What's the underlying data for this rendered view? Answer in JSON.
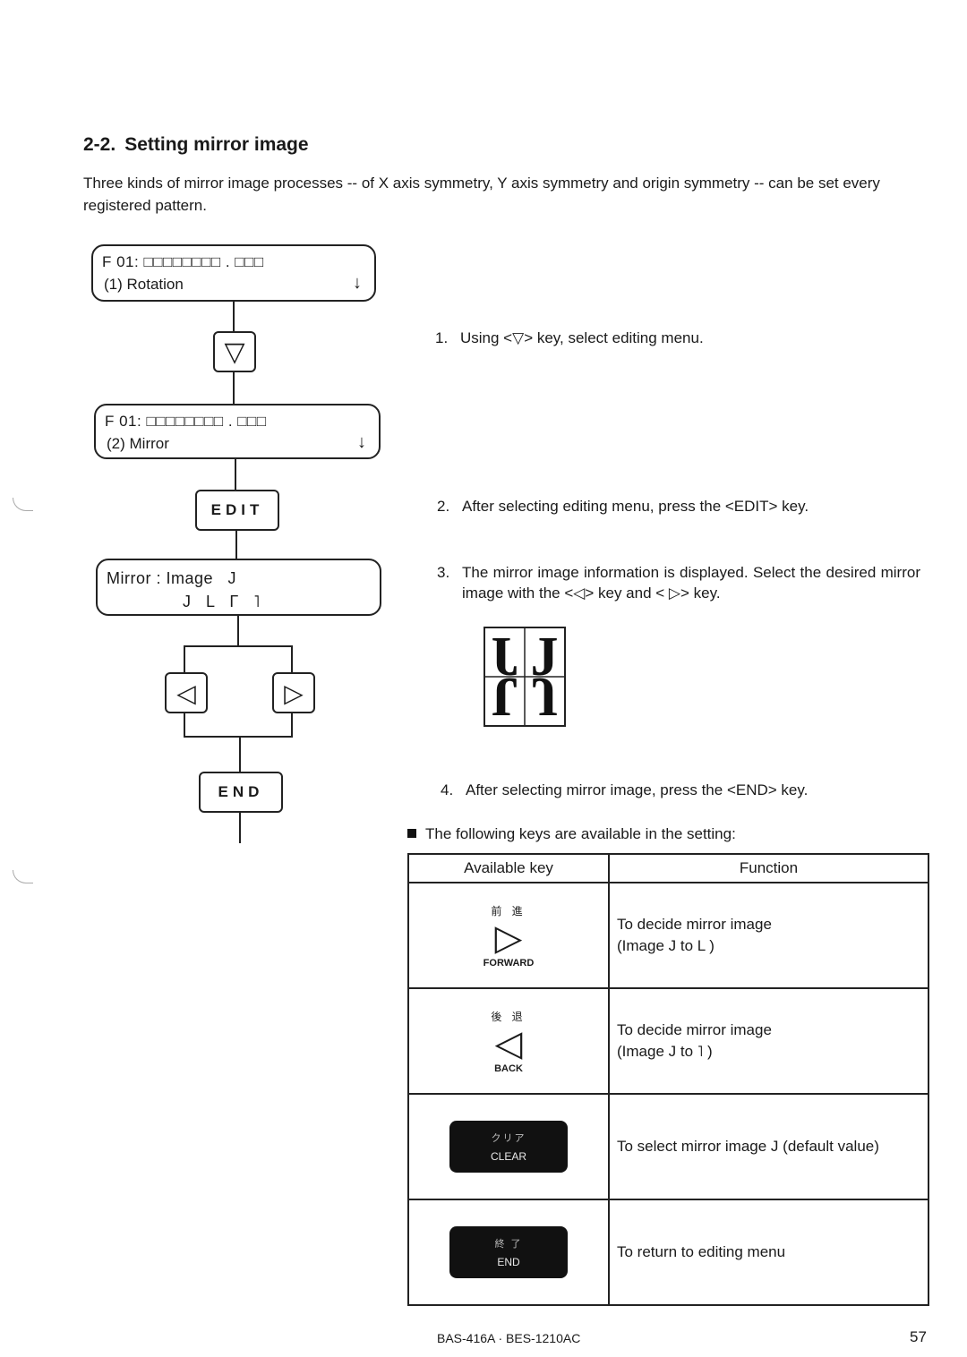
{
  "section": {
    "number": "2-2.",
    "title": "Setting mirror image",
    "intro": "Three kinds of mirror image processes -- of X axis symmetry, Y axis symmetry and origin symmetry -- can be set every registered pattern."
  },
  "flow": {
    "lcd1": {
      "line1": "F 01: □□□□□□□□ . □□□",
      "line2": "(1) Rotation",
      "arrow": "↓"
    },
    "lcd2": {
      "line1": "F 01: □□□□□□□□ . □□□",
      "line2": "(2) Mirror",
      "arrow": "↓"
    },
    "lcd3": {
      "line1": "Mirror : Image   J",
      "line2": "J L Γ ˥"
    },
    "down_key_symbol": "▽",
    "edit_key": "EDIT",
    "left_key_symbol": "◁",
    "right_key_symbol": "▷",
    "end_key": "END"
  },
  "steps": [
    {
      "n": "1.",
      "text": "Using <▽> key, select editing menu."
    },
    {
      "n": "2.",
      "text": "After selecting editing menu, press the <EDIT> key."
    },
    {
      "n": "3.",
      "text": "The mirror image information is displayed. Select the desired mirror image with the <◁> key and < ▷> key."
    },
    {
      "n": "4.",
      "text": "After selecting mirror image, press the <END> key."
    }
  ],
  "mirror_figure": {
    "letter": "J"
  },
  "note": "The following keys are available in the setting:",
  "table": {
    "headers": [
      "Available key",
      "Function"
    ],
    "rows": [
      {
        "kanji": "前 進",
        "symbol": "▷",
        "label": "FORWARD",
        "function_line1": "To decide mirror image",
        "function_line2": "(Image J to L )"
      },
      {
        "kanji": "後 退",
        "symbol": "◁",
        "label": "BACK",
        "function_line1": "To decide mirror image",
        "function_line2": "(Image J to ˥ )"
      },
      {
        "kanji": "クリア",
        "label": "CLEAR",
        "function_line1": "To select mirror image J (default value)"
      },
      {
        "kanji": "終 了",
        "label": "END",
        "function_line1": "To return to editing menu"
      }
    ]
  },
  "footer": {
    "code": "BAS-416A · BES-1210AC",
    "page": "57"
  }
}
